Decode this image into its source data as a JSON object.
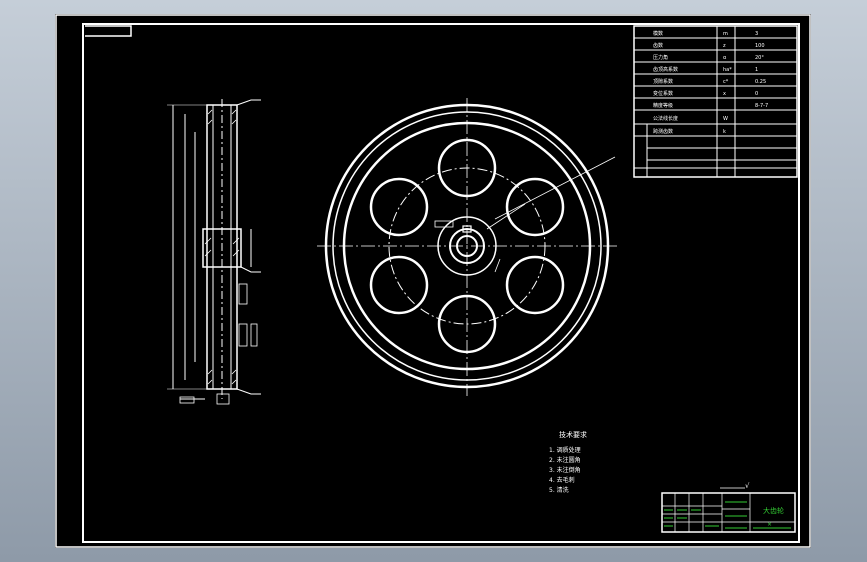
{
  "drawing": {
    "title_block": {
      "part_name": "大齿轮",
      "extra_label": "×"
    },
    "param_table": {
      "rows": [
        {
          "name": "模数",
          "symbol": "m",
          "value": "3"
        },
        {
          "name": "齿数",
          "symbol": "z",
          "value": "100"
        },
        {
          "name": "压力角",
          "symbol": "α",
          "value": "20°"
        },
        {
          "name": "齿顶高系数",
          "symbol": "ha*",
          "value": "1"
        },
        {
          "name": "顶隙系数",
          "symbol": "c*",
          "value": "0.25"
        },
        {
          "name": "变位系数",
          "symbol": "x",
          "value": "0"
        },
        {
          "name": "精度等级",
          "symbol": "",
          "value": "8-7-7"
        },
        {
          "name": "公法线长度",
          "symbol": "W",
          "value": ""
        },
        {
          "name": "跨测齿数",
          "symbol": "k",
          "value": ""
        }
      ]
    },
    "tech_requirements": {
      "title": "技术要求",
      "items": [
        "1. 调质处理",
        "2. 未注圆角",
        "3. 未注倒角",
        "4. 去毛刺",
        "5. 清洗"
      ]
    },
    "surface_mark": "√"
  }
}
